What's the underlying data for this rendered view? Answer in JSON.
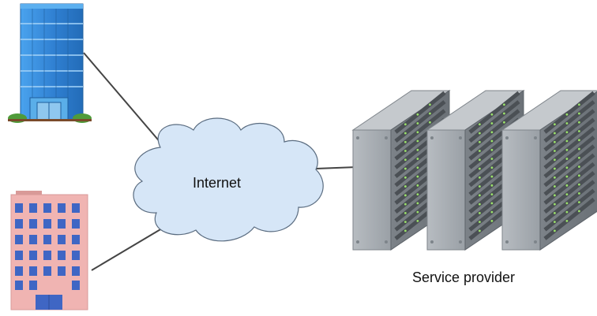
{
  "diagram": {
    "cloud": {
      "label": "Internet"
    },
    "service_provider": {
      "label": "Service provider"
    },
    "nodes": [
      {
        "id": "office-building-blue",
        "icon": "office-building-icon",
        "color": "#2f7fd1"
      },
      {
        "id": "office-building-pink",
        "icon": "office-building-icon",
        "color": "#f0b4b2"
      },
      {
        "id": "internet-cloud",
        "icon": "cloud-icon",
        "color": "#d6e6f7"
      },
      {
        "id": "server-rack-1",
        "icon": "server-rack-icon",
        "color": "#a8adb2"
      },
      {
        "id": "server-rack-2",
        "icon": "server-rack-icon",
        "color": "#a8adb2"
      },
      {
        "id": "server-rack-3",
        "icon": "server-rack-icon",
        "color": "#a8adb2"
      }
    ],
    "edges": [
      {
        "from": "office-building-blue",
        "to": "internet-cloud"
      },
      {
        "from": "office-building-pink",
        "to": "internet-cloud"
      },
      {
        "from": "internet-cloud",
        "to": "server-rack-1"
      }
    ],
    "colors": {
      "line": "#444444",
      "cloud_fill": "#d6e6f7",
      "cloud_stroke": "#5a6c80",
      "blue_building": "#2f7fd1",
      "pink_building": "#f0b4b2",
      "server": "#a8adb2"
    }
  }
}
